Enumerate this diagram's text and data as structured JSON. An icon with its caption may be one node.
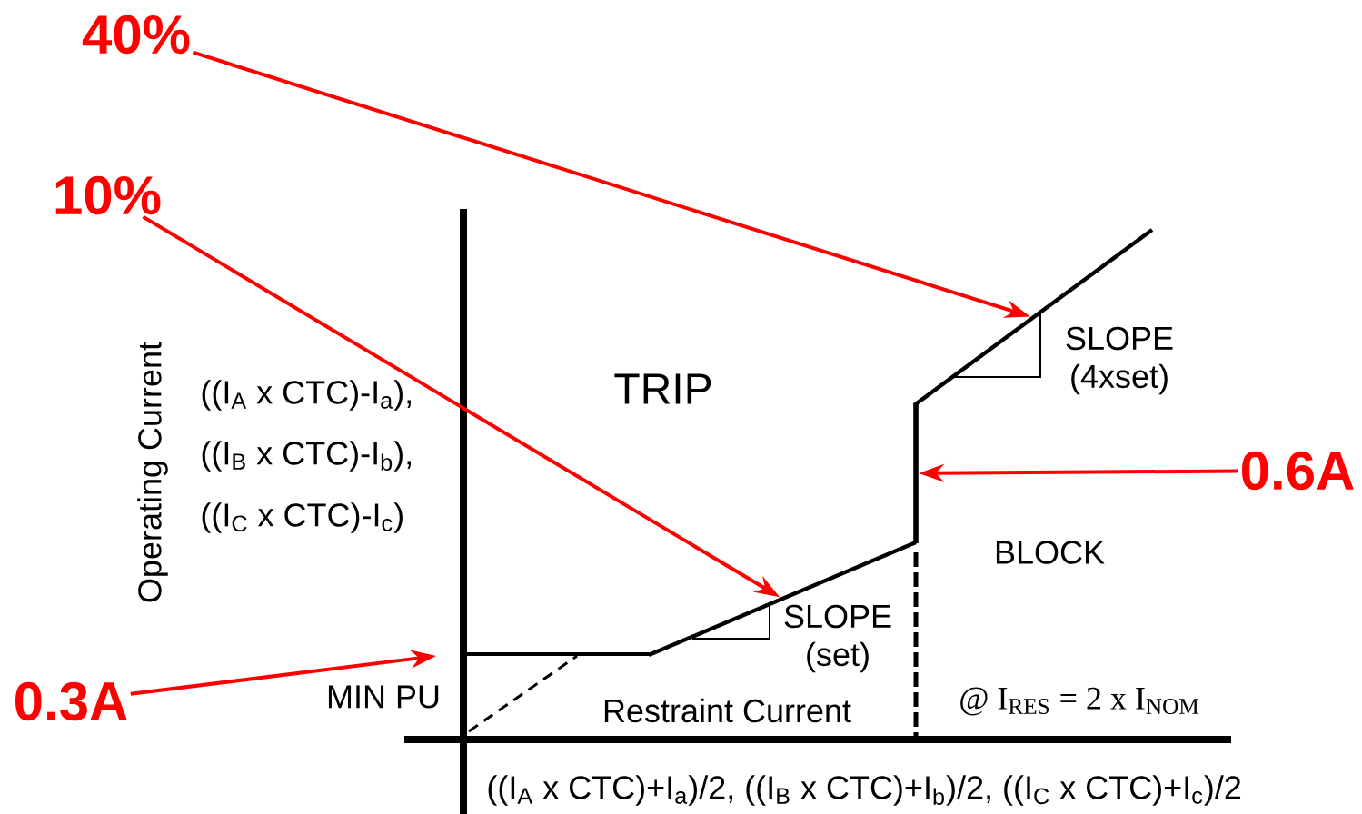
{
  "diagram": {
    "nodes": [
      {
        "text": [
          "40%"
        ]
      },
      {
        "text": [
          "10%"
        ]
      },
      {
        "text": [
          "0.6A"
        ]
      },
      {
        "text": [
          "0.3A"
        ]
      },
      {
        "text": [],
        "shape": "line"
      },
      {
        "text": [],
        "shape": "line"
      },
      {
        "text": [],
        "shape": "line"
      }
    ],
    "edges": [
      {
        "from": 0,
        "to": 4,
        "arrow": "to",
        "color": "#ff0000"
      },
      {
        "from": 1,
        "to": 6,
        "arrow": "to",
        "color": "#ff0000"
      },
      {
        "from": 2,
        "to": 5,
        "arrow": "to",
        "color": "#ff0000"
      },
      {
        "from": 3,
        "to": null,
        "arrow": "to",
        "color": "#ff0000"
      }
    ],
    "labels": [
      "Operating Current",
      "((I$_{A}$ x CTC)-I$_{a}$),",
      "((I$_{B}$ x CTC)-I$_{b}$),",
      "((I$_{C}$ x CTC)-I$_{c}$)",
      "TRIP",
      "SLOPE (4xset)",
      "BLOCK",
      "SLOPE (set)",
      "MIN PU",
      "Restraint Current",
      "@ I$_{RES}$ = 2 x I$_{NOM}$",
      "((I$_{A}$ x CTC)+I$_{a}$)/2, ((I$_{B}$ x CTC)+I$_{b}$)/2, ((I$_{C}$ x CTC)+I$_{c}$)/2"
    ]
  }
}
